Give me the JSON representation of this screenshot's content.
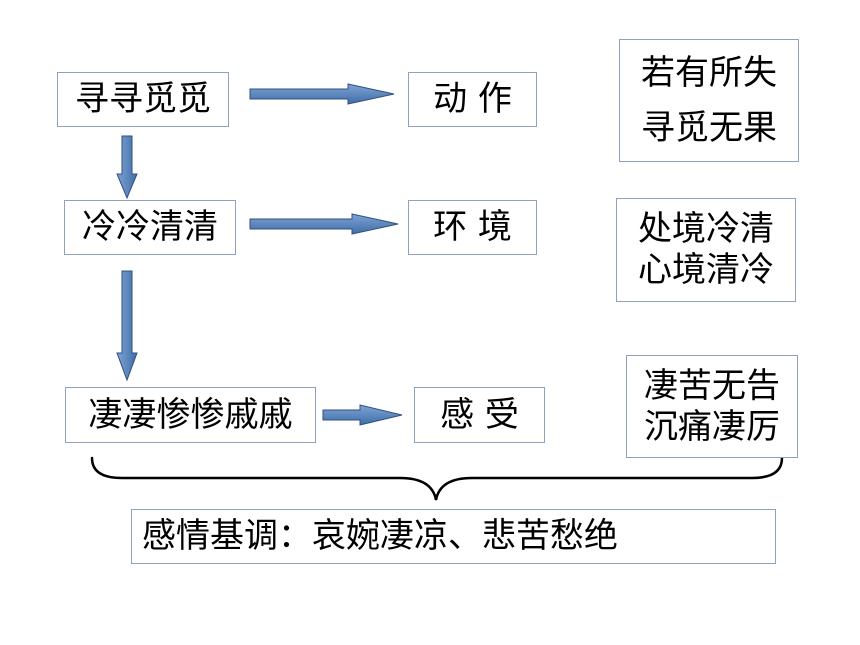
{
  "rows": [
    {
      "term": "寻寻觅觅",
      "category": "动 作",
      "notes": [
        "若有所失",
        "寻觅无果"
      ]
    },
    {
      "term": "冷冷清清",
      "category": "环 境",
      "notes": [
        "处境冷清",
        "心境清冷"
      ]
    },
    {
      "term": "凄凄惨惨戚戚",
      "category": "感 受",
      "notes": [
        "凄苦无告",
        "沉痛凄厉"
      ]
    }
  ],
  "summary": "感情基调：哀婉凄凉、悲苦愁绝",
  "colors": {
    "arrow_fill": "#4f81bd",
    "arrow_stroke": "#2f4f7f",
    "box_border": "#8ea2bd",
    "brace": "#000000"
  }
}
